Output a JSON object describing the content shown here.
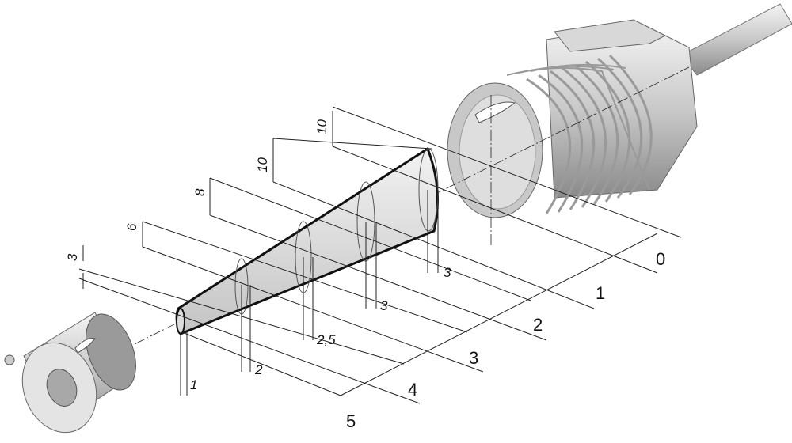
{
  "diagram": {
    "title": "Sensor detection cone dimensions",
    "spot_heights": [
      "10",
      "10",
      "8",
      "6",
      "3"
    ],
    "spot_offsets": [
      "3",
      "3",
      "2,5",
      "2",
      "1"
    ],
    "distances": [
      "0",
      "1",
      "2",
      "3",
      "4",
      "5"
    ],
    "colors": {
      "metal_light": "#e6e6e6",
      "metal_dark": "#8a8a8a",
      "cone": "#dcdcdc",
      "line": "#222222"
    }
  }
}
